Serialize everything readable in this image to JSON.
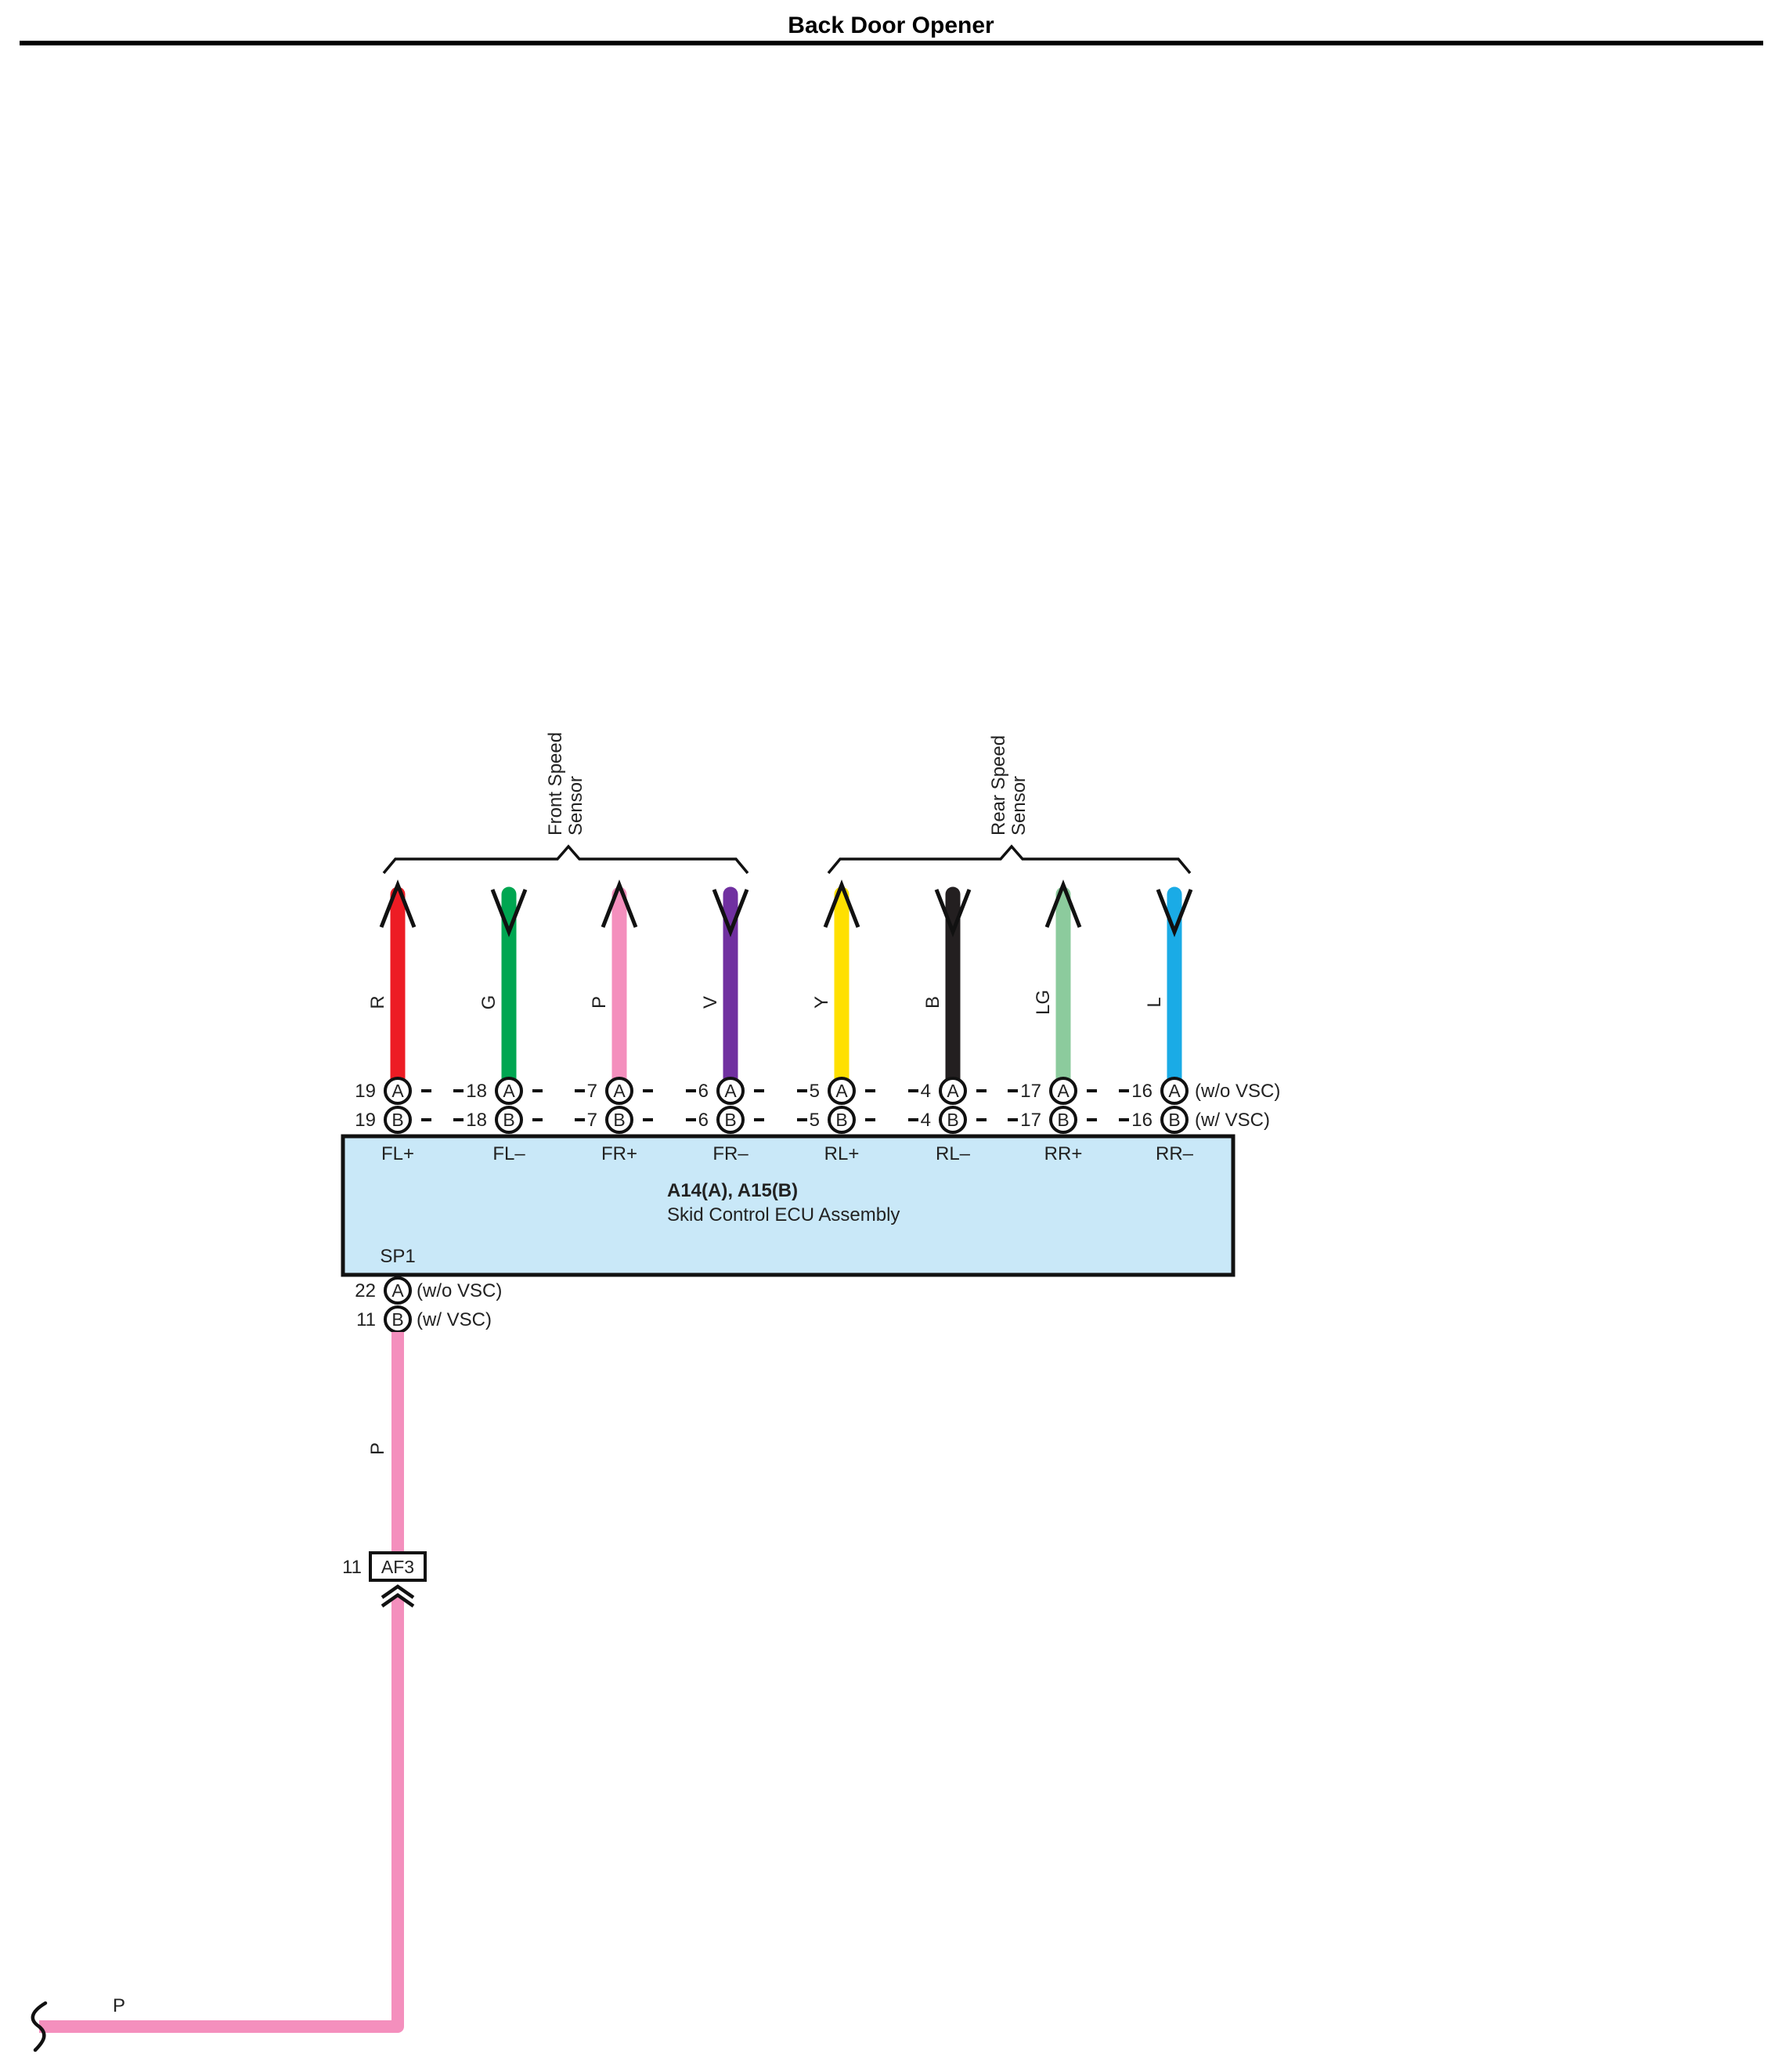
{
  "title": "Back Door Opener",
  "front_group_label": [
    "Front Speed",
    "Sensor"
  ],
  "rear_group_label": [
    "Rear Speed",
    "Sensor"
  ],
  "wires": [
    {
      "color_code": "R",
      "hex": "#ed1c24",
      "direction": "up",
      "pin_a": "19",
      "pin_b": "19",
      "terminal": "FL+"
    },
    {
      "color_code": "G",
      "hex": "#00a651",
      "direction": "down",
      "pin_a": "18",
      "pin_b": "18",
      "terminal": "FL–"
    },
    {
      "color_code": "P",
      "hex": "#f48fbd",
      "direction": "up",
      "pin_a": "7",
      "pin_b": "7",
      "terminal": "FR+"
    },
    {
      "color_code": "V",
      "hex": "#7030a0",
      "direction": "down",
      "pin_a": "6",
      "pin_b": "6",
      "terminal": "FR–"
    },
    {
      "color_code": "Y",
      "hex": "#ffe000",
      "direction": "up",
      "pin_a": "5",
      "pin_b": "5",
      "terminal": "RL+"
    },
    {
      "color_code": "B",
      "hex": "#231f20",
      "direction": "down",
      "pin_a": "4",
      "pin_b": "4",
      "terminal": "RL–"
    },
    {
      "color_code": "LG",
      "hex": "#8ccb9d",
      "direction": "up",
      "pin_a": "17",
      "pin_b": "17",
      "terminal": "RR+"
    },
    {
      "color_code": "L",
      "hex": "#1aabe6",
      "direction": "down",
      "pin_a": "16",
      "pin_b": "16",
      "terminal": "RR–"
    }
  ],
  "connector_a_letter": "A",
  "connector_b_letter": "B",
  "variant_a_label": "(w/o VSC)",
  "variant_b_label": "(w/ VSC)",
  "ecu": {
    "name": "A14(A), A15(B)",
    "description": "Skid Control ECU Assembly",
    "fill": "#c9e8f8",
    "sp1_terminal": "SP1"
  },
  "sp1_pins": {
    "pin_a": "22",
    "pin_b": "11",
    "label_a": "(w/o VSC)",
    "label_b": "(w/ VSC)"
  },
  "sp1_wire": {
    "color_code": "P",
    "hex": "#f48fbd"
  },
  "junction": {
    "name": "AF3",
    "pin": "11"
  },
  "bottom_wire_label": "P"
}
